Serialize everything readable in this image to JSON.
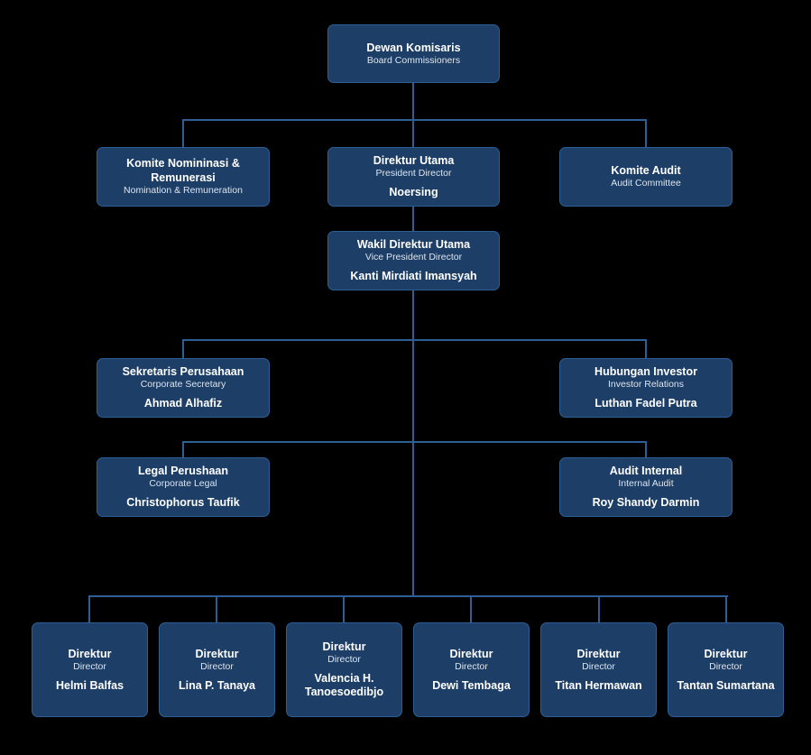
{
  "theme": {
    "bg": "#000000",
    "box_fill": "#1d3e66",
    "box_border": "#2d5f94",
    "line_color": "#2d5f94",
    "text_primary": "#ffffff",
    "text_secondary": "#dde5ef"
  },
  "org_chart": {
    "nodes": {
      "board": {
        "title": "Dewan Komisaris",
        "subtitle": "Board Commissioners"
      },
      "nomination_committee": {
        "title": "Komite Nomininasi & Remunerasi",
        "subtitle": "Nomination & Remuneration"
      },
      "president_director": {
        "title": "Direktur Utama",
        "subtitle": "President Director",
        "name": "Noersing"
      },
      "audit_committee": {
        "title": "Komite Audit",
        "subtitle": "Audit Committee"
      },
      "vice_president_director": {
        "title": "Wakil Direktur Utama",
        "subtitle": "Vice President Director",
        "name": "Kanti Mirdiati Imansyah"
      },
      "corporate_secretary": {
        "title": "Sekretaris Perusahaan",
        "subtitle": "Corporate Secretary",
        "name": "Ahmad Alhafiz"
      },
      "investor_relations": {
        "title": "Hubungan Investor",
        "subtitle": "Investor Relations",
        "name": "Luthan Fadel Putra"
      },
      "corporate_legal": {
        "title": "Legal Perushaan",
        "subtitle": "Corporate Legal",
        "name": "Christophorus Taufik"
      },
      "internal_audit": {
        "title": "Audit Internal",
        "subtitle": "Internal Audit",
        "name": "Roy Shandy Darmin"
      }
    },
    "directors": [
      {
        "title": "Direktur",
        "subtitle": "Director",
        "name": "Helmi Balfas"
      },
      {
        "title": "Direktur",
        "subtitle": "Director",
        "name": "Lina P. Tanaya"
      },
      {
        "title": "Direktur",
        "subtitle": "Director",
        "name": "Valencia H. Tanoesoedibjo"
      },
      {
        "title": "Direktur",
        "subtitle": "Director",
        "name": "Dewi Tembaga"
      },
      {
        "title": "Direktur",
        "subtitle": "Director",
        "name": "Titan Hermawan"
      },
      {
        "title": "Direktur",
        "subtitle": "Director",
        "name": "Tantan Sumartana"
      }
    ]
  }
}
